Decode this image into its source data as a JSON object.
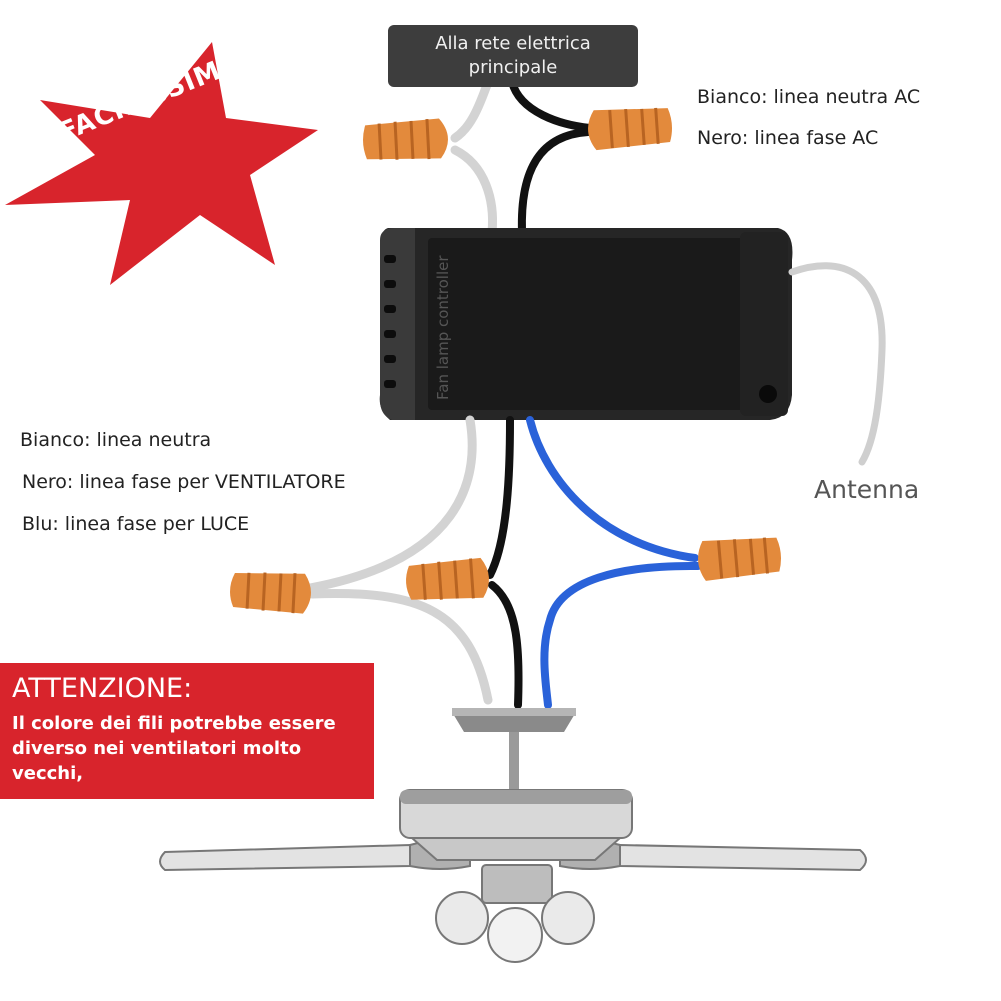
{
  "mains_label": "Alla rete elettrica principale",
  "top_legend": {
    "white": "Bianco: linea neutra AC",
    "black": "Nero: linea fase AC"
  },
  "badge": "FACILISSIMO",
  "controller_text": "Fan lamp controller",
  "antenna_label": "Antenna",
  "bottom_legend": {
    "white": "Bianco: linea neutra",
    "black": "Nero: linea fase per VENTILATORE",
    "blue": "Blu: linea fase per LUCE"
  },
  "warning": {
    "title": "ATTENZIONE:",
    "text": "Il colore dei fili potrebbe essere diverso nei ventilatori molto vecchi,"
  },
  "colors": {
    "warning_red": "#d8242c",
    "connector_orange": "#e38a3c",
    "blue_wire": "#2a62d9",
    "black_wire": "#111111",
    "white_wire": "#d3d3d3"
  }
}
